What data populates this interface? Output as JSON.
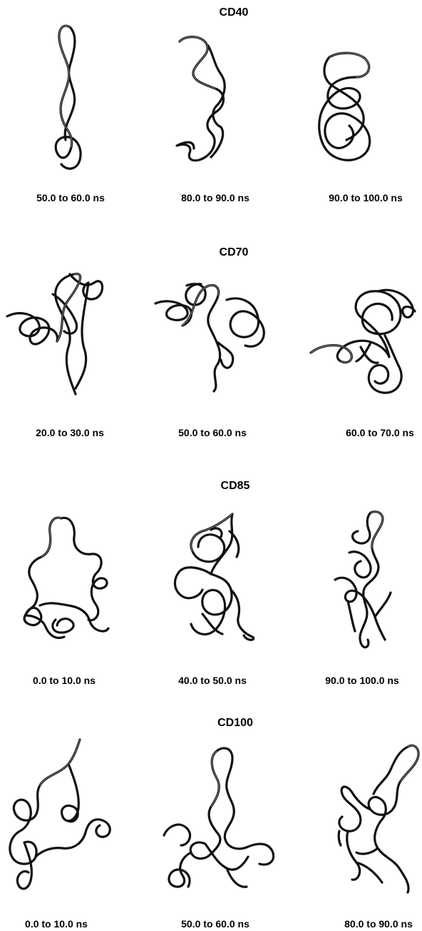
{
  "sections": [
    {
      "title": "CD40",
      "frames": [
        "50.0 to 60.0 ns",
        "80.0 to 90.0 ns",
        "90.0 to 100.0 ns"
      ]
    },
    {
      "title": "CD70",
      "frames": [
        "20.0 to 30.0 ns",
        "50.0 to 60.0 ns",
        "60.0 to 70.0 ns"
      ]
    },
    {
      "title": "CD85",
      "frames": [
        "0.0 to 10.0 ns",
        "40.0 to 50.0 ns",
        "90.0 to 100.0 ns"
      ]
    },
    {
      "title": "CD100",
      "frames": [
        "0.0 to 10.0 ns",
        "50.0 to 60.0 ns",
        "80.0 to 90.0 ns"
      ]
    }
  ],
  "colors": {
    "stroke": "#111111",
    "background": "#ffffff"
  }
}
